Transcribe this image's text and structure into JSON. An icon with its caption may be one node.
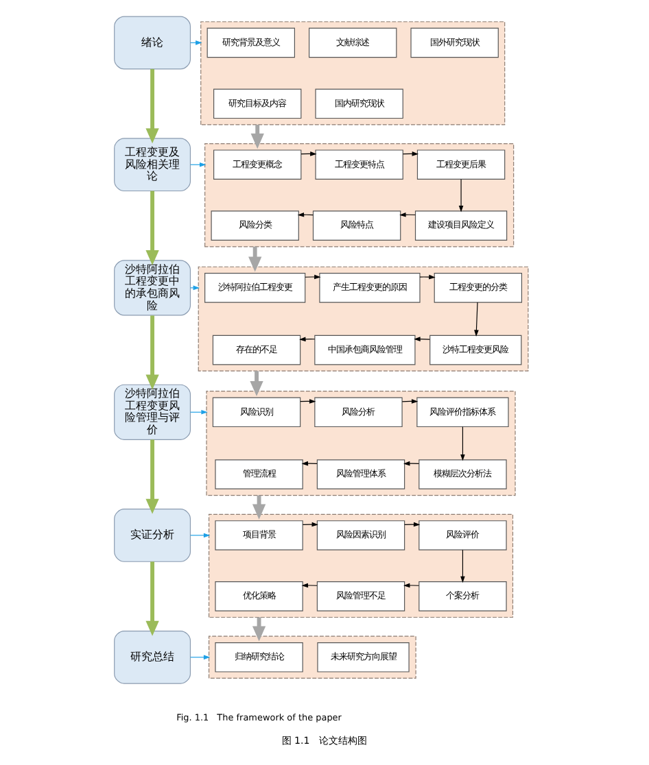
{
  "diagram": {
    "caption": "图 1.1　论文结构图",
    "nodes": [
      {
        "text": [
          "绪论"
        ]
      },
      {
        "text": [],
        "shape": "box"
      },
      {
        "text": [
          "研究背景及意义"
        ],
        "in": 1
      },
      {
        "text": [
          "研究目标及内容"
        ],
        "in": 1
      },
      {
        "text": [
          "文献综述"
        ],
        "in": 1
      },
      {
        "text": [
          "国外研究现状"
        ],
        "in": 1
      },
      {
        "text": [
          "国内研究现状"
        ],
        "in": 1
      },
      {
        "text": [
          "工程变更及风险相关理论"
        ]
      },
      {
        "text": [],
        "shape": "box"
      },
      {
        "text": [
          "工程变更概念"
        ],
        "in": 8
      },
      {
        "text": [
          "工程变更特点"
        ],
        "in": 8
      },
      {
        "text": [
          "工程变更后果"
        ],
        "in": 8
      },
      {
        "text": [
          "风险分类"
        ],
        "in": 8
      },
      {
        "text": [
          "风险特点"
        ],
        "in": 8
      },
      {
        "text": [
          "建设项目风险定义"
        ],
        "in": 8
      },
      {
        "text": [
          "沙特阿拉伯工程变更中的承包商风险"
        ]
      },
      {
        "text": [],
        "shape": "box"
      },
      {
        "text": [
          "沙特阿拉伯工程变更"
        ],
        "in": 16
      },
      {
        "text": [
          "产生工程变更的原因"
        ],
        "in": 16
      },
      {
        "text": [
          "工程变更的分类"
        ],
        "in": 16
      },
      {
        "text": [
          "存在的不足"
        ],
        "in": 16
      },
      {
        "text": [
          "中国承包商风险管理"
        ],
        "in": 16
      },
      {
        "text": [
          "沙特工程变更风险"
        ],
        "in": 16
      },
      {
        "text": [
          "沙特阿拉伯工程变更风险管理与评价"
        ]
      },
      {
        "text": [],
        "shape": "box"
      },
      {
        "text": [
          "风险识别"
        ],
        "in": 24
      },
      {
        "text": [
          "风险分析"
        ],
        "in": 24
      },
      {
        "text": [
          "风险评价指标体系"
        ],
        "in": 24
      },
      {
        "text": [
          "管理流程"
        ],
        "in": 24
      },
      {
        "text": [
          "风险管理体系"
        ],
        "in": 24
      },
      {
        "text": [
          "模糊层次分析法"
        ],
        "in": 24
      },
      {
        "text": [
          "实证分析"
        ]
      },
      {
        "text": [],
        "shape": "box"
      },
      {
        "text": [
          "项目背景"
        ],
        "in": 32
      },
      {
        "text": [
          "风险因素识别"
        ],
        "in": 32
      },
      {
        "text": [
          "风险评价"
        ],
        "in": 32
      },
      {
        "text": [
          "优化策略"
        ],
        "in": 32
      },
      {
        "text": [
          "风险管理不足"
        ],
        "in": 32
      },
      {
        "text": [
          "个案分析"
        ],
        "in": 32
      },
      {
        "text": [
          "研究总结"
        ]
      },
      {
        "text": [],
        "shape": "box"
      },
      {
        "text": [
          "归纳研究结论"
        ],
        "in": 40
      },
      {
        "text": [
          "未来研究方向展望"
        ],
        "in": 40
      }
    ],
    "edges": [
      {
        "from": 0,
        "to": 1,
        "arrow": "to",
        "color": "#1ea0e6"
      },
      {
        "from": 0,
        "to": 7,
        "arrow": "to",
        "style": "thick",
        "color": "#9bbb59"
      },
      {
        "from": 1,
        "to": 8,
        "arrow": "to",
        "style": "thick",
        "color": "#a6a6a6"
      },
      {
        "from": 9,
        "to": 10,
        "arrow": "to"
      },
      {
        "from": 10,
        "to": 11,
        "arrow": "to"
      },
      {
        "from": 11,
        "to": 14,
        "arrow": "to"
      },
      {
        "from": 14,
        "to": 13,
        "arrow": "to"
      },
      {
        "from": 13,
        "to": 12,
        "arrow": "to"
      },
      {
        "from": 7,
        "to": 8,
        "arrow": "to",
        "color": "#1ea0e6"
      },
      {
        "from": 7,
        "to": 15,
        "arrow": "to",
        "style": "thick",
        "color": "#9bbb59"
      },
      {
        "from": 8,
        "to": 16,
        "arrow": "to",
        "style": "thick",
        "color": "#a6a6a6"
      },
      {
        "from": 17,
        "to": 18,
        "arrow": "to"
      },
      {
        "from": 18,
        "to": 19,
        "arrow": "to"
      },
      {
        "from": 19,
        "to": 22,
        "arrow": "to"
      },
      {
        "from": 22,
        "to": 21,
        "arrow": "to"
      },
      {
        "from": 21,
        "to": 20,
        "arrow": "to"
      },
      {
        "from": 15,
        "to": 16,
        "arrow": "to",
        "color": "#1ea0e6"
      },
      {
        "from": 15,
        "to": 23,
        "arrow": "to",
        "style": "thick",
        "color": "#9bbb59"
      },
      {
        "from": 16,
        "to": 24,
        "arrow": "to",
        "style": "thick",
        "color": "#a6a6a6"
      },
      {
        "from": 25,
        "to": 26,
        "arrow": "to"
      },
      {
        "from": 26,
        "to": 27,
        "arrow": "to"
      },
      {
        "from": 27,
        "to": 30,
        "arrow": "to"
      },
      {
        "from": 30,
        "to": 29,
        "arrow": "to"
      },
      {
        "from": 29,
        "to": 28,
        "arrow": "to"
      },
      {
        "from": 23,
        "to": 24,
        "arrow": "to",
        "color": "#1ea0e6"
      },
      {
        "from": 23,
        "to": 31,
        "arrow": "to",
        "style": "thick",
        "color": "#9bbb59"
      },
      {
        "from": 24,
        "to": 32,
        "arrow": "to",
        "style": "thick",
        "color": "#a6a6a6"
      },
      {
        "from": 33,
        "to": 34,
        "arrow": "to"
      },
      {
        "from": 34,
        "to": 35,
        "arrow": "to"
      },
      {
        "from": 35,
        "to": 38,
        "arrow": "to"
      },
      {
        "from": 38,
        "to": 37,
        "arrow": "to"
      },
      {
        "from": 37,
        "to": 36,
        "arrow": "to"
      },
      {
        "from": 31,
        "to": 32,
        "arrow": "to",
        "color": "#1ea0e6"
      },
      {
        "from": 31,
        "to": 39,
        "arrow": "to",
        "style": "thick",
        "color": "#9bbb59"
      },
      {
        "from": 32,
        "to": 40,
        "arrow": "to",
        "style": "thick",
        "color": "#a6a6a6"
      },
      {
        "from": 39,
        "to": 40,
        "arrow": "to",
        "color": "#1ea0e6"
      }
    ],
    "labels": [
      "Fig. 1.1　The framework of the paper"
    ]
  }
}
